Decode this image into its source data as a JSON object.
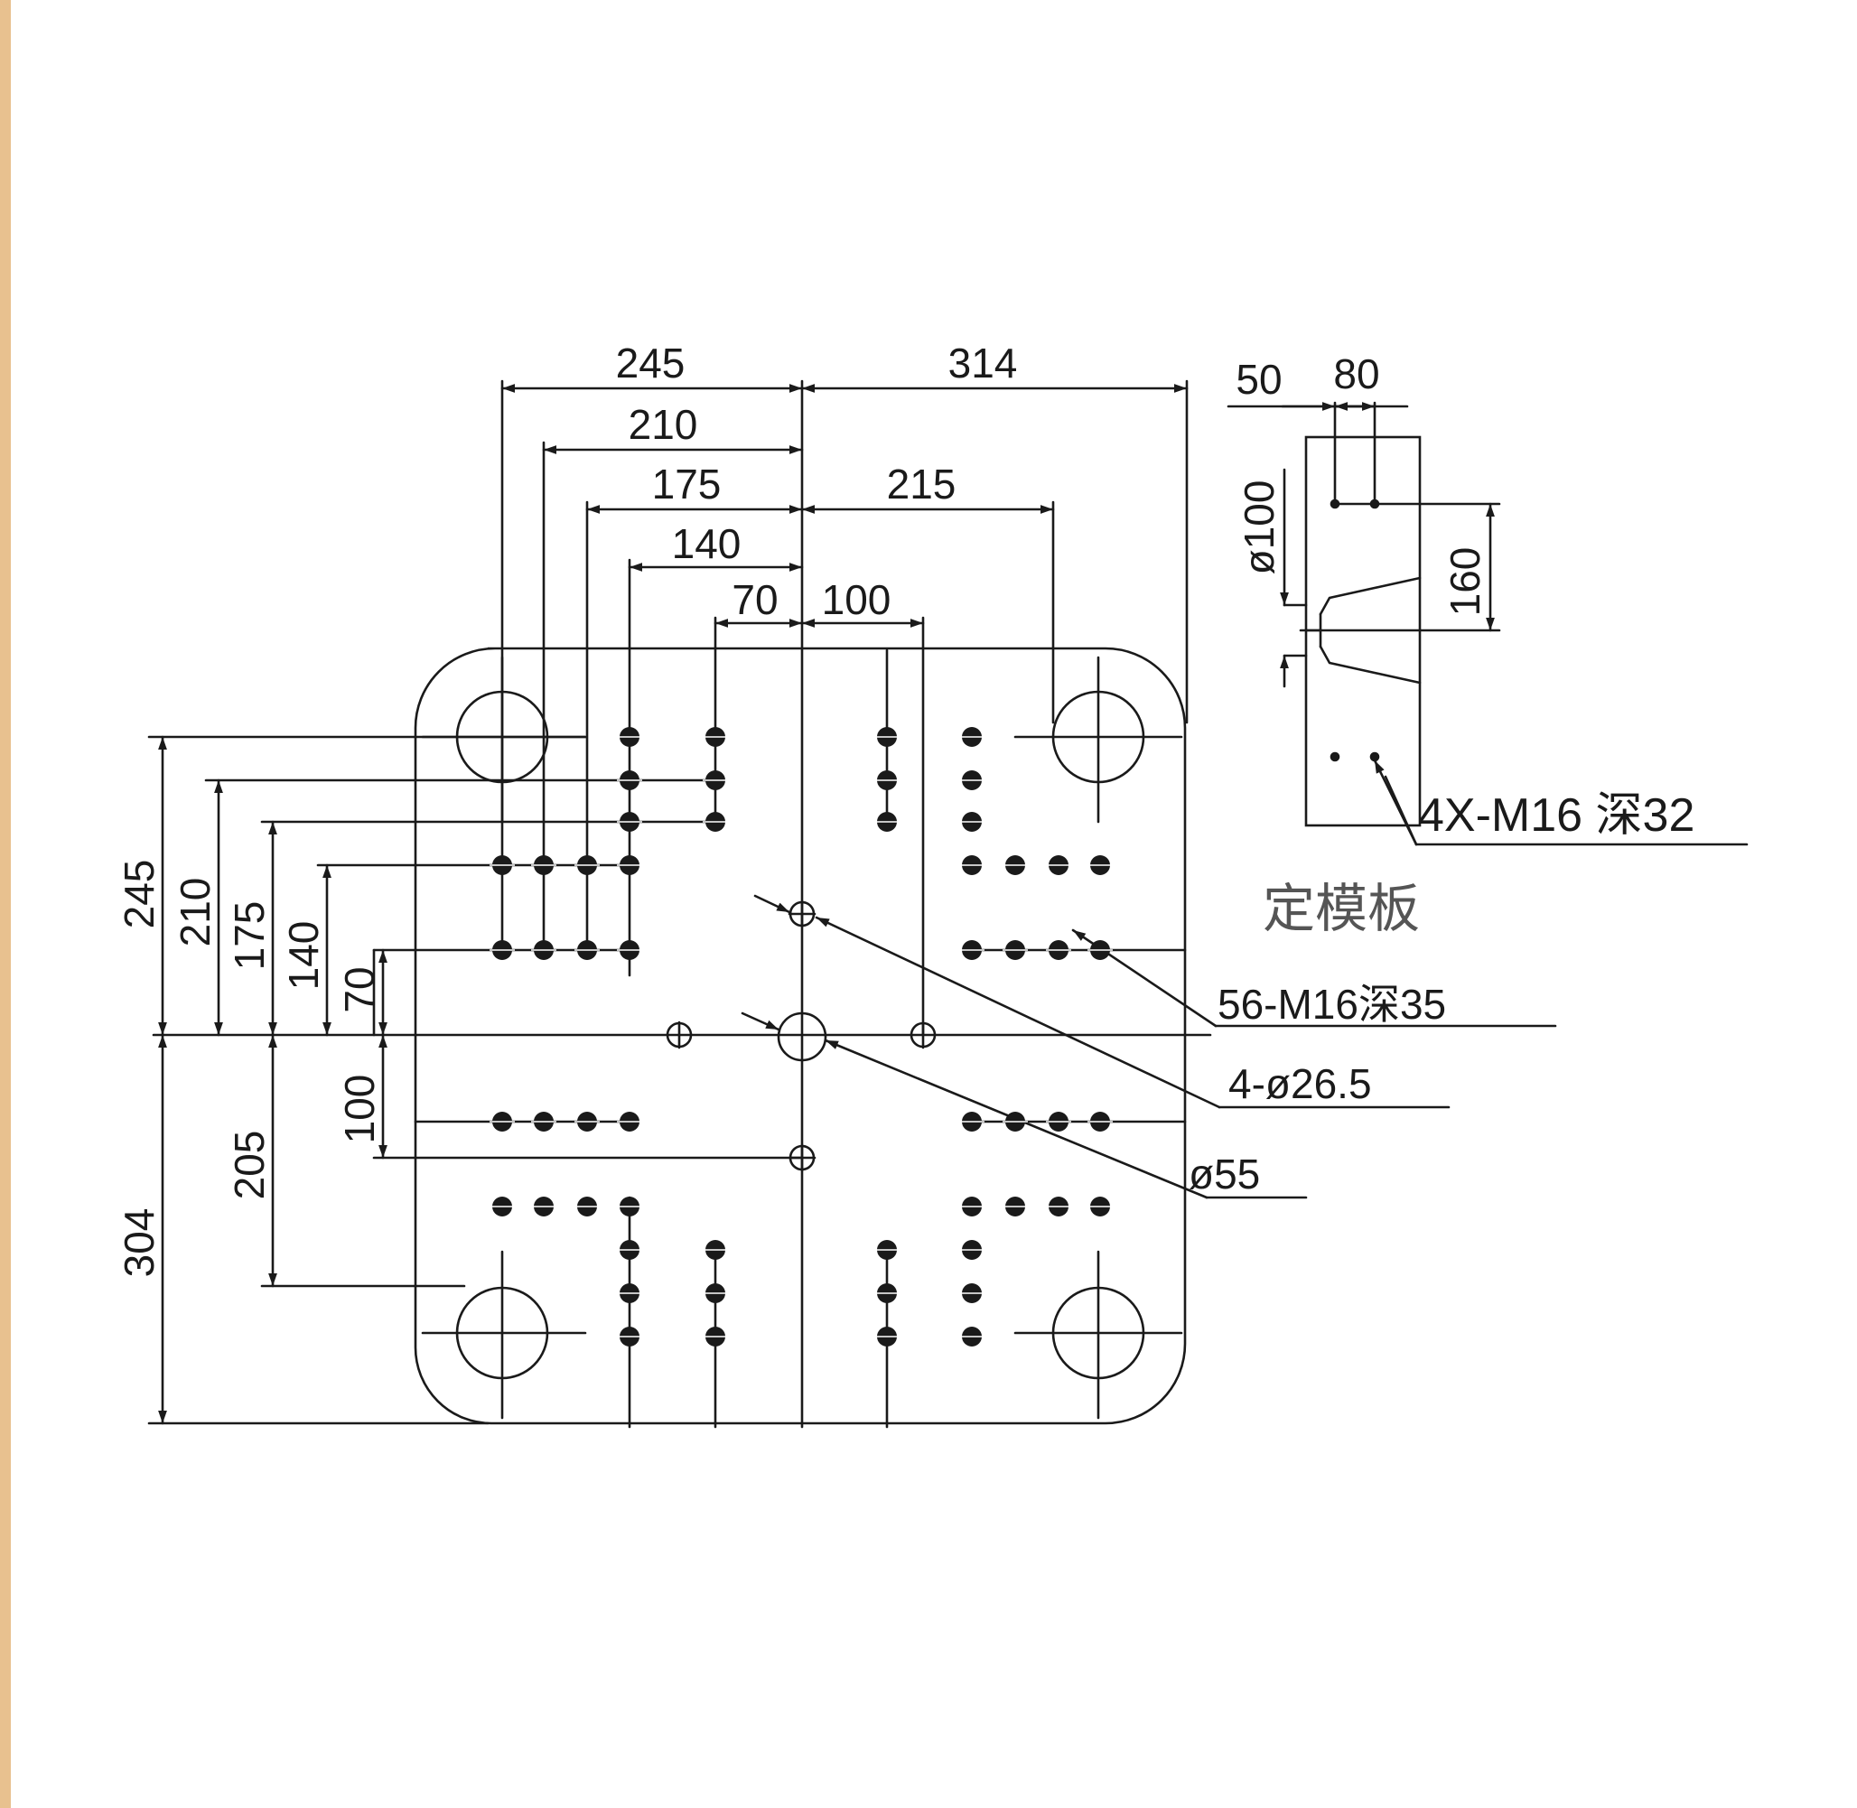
{
  "colors": {
    "stroke": "#1a1a1a",
    "background": "#ffffff",
    "page_edge": "#e8c18f"
  },
  "top_dimensions": {
    "d245": "245",
    "d314": "314",
    "d210": "210",
    "d175": "175",
    "d215": "215",
    "d140": "140",
    "d70": "70",
    "d100": "100"
  },
  "left_dimensions": {
    "d245": "245",
    "d210": "210",
    "d175": "175",
    "d140": "140",
    "d70": "70",
    "d100": "100",
    "d205": "205",
    "d304": "304"
  },
  "side_view": {
    "d50": "50",
    "d80": "80",
    "dia100": "ø100",
    "d160": "160",
    "bolt_callout": "4X-M16 深32",
    "plate_label": "定模板"
  },
  "callouts": {
    "tapped_holes": "56-M16深35",
    "small_holes": "4-ø26.5",
    "center_hole": "ø55"
  }
}
